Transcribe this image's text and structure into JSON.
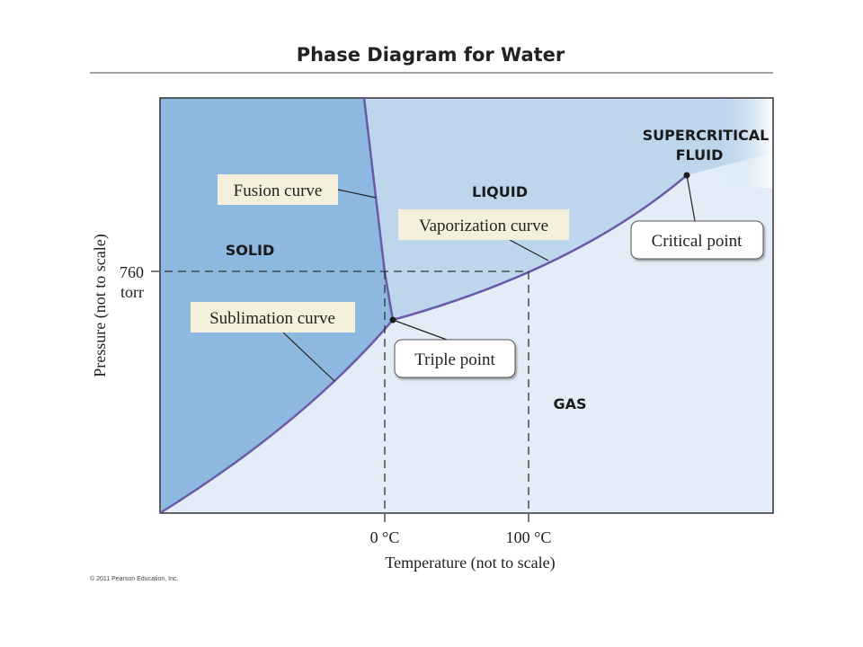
{
  "title": "Phase Diagram for Water",
  "regions": {
    "solid": "SOLID",
    "liquid": "LIQUID",
    "gas": "GAS",
    "supercritical_line1": "SUPERCRITICAL",
    "supercritical_line2": "FLUID"
  },
  "labels": {
    "fusion_curve": "Fusion curve",
    "vaporization_curve": "Vaporization curve",
    "sublimation_curve": "Sublimation curve",
    "triple_point": "Triple point",
    "critical_point": "Critical point"
  },
  "axes": {
    "y_label": "Pressure (not to scale)",
    "y_tick_value": "760",
    "y_tick_unit": "torr",
    "x_label": "Temperature (not to scale)",
    "x_tick_0": "0 °C",
    "x_tick_100": "100 °C"
  },
  "copyright": "© 2011 Pearson Education, Inc.",
  "colors": {
    "solid": "#8db8df",
    "liquid": "#bed6ec",
    "gas": "#e3edf8",
    "curve": "#6a5aa8",
    "label_fill": "#f5f0dc",
    "rule": "#444444"
  }
}
